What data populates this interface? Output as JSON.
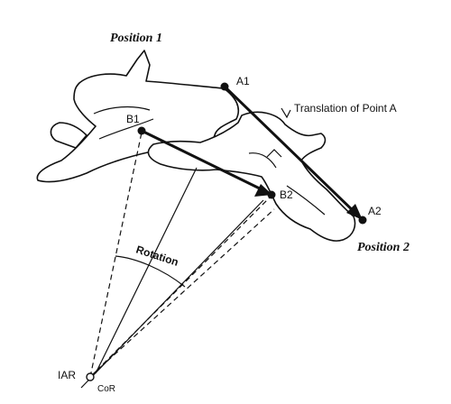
{
  "labels": {
    "position_1": "Position 1",
    "position_2": "Position 2",
    "point_a1": "A1",
    "point_a2": "A2",
    "point_b1": "B1",
    "point_b2": "B2",
    "translation": "Translation of Point A",
    "rotation": "Rotation",
    "iar": "IAR",
    "cor": "CoR"
  }
}
